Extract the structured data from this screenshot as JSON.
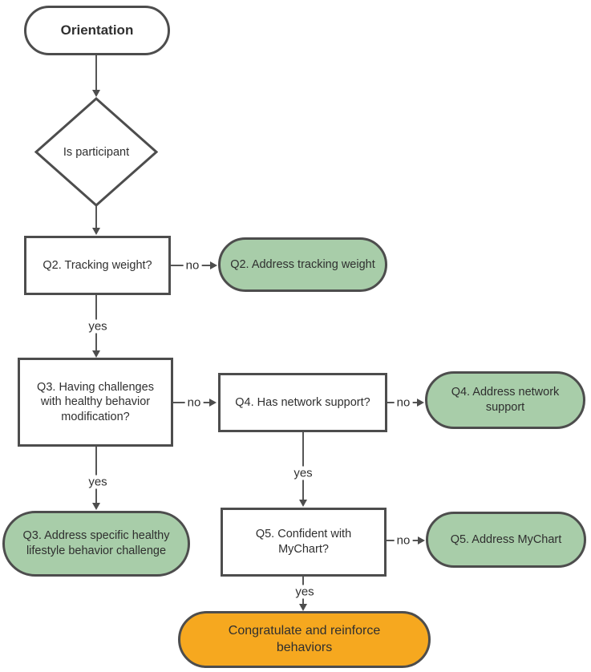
{
  "flowchart": {
    "nodes": {
      "orientation": "Orientation",
      "is_participant": "Is participant",
      "q2": "Q2. Tracking weight?",
      "q2_address": "Q2. Address tracking weight",
      "q3": "Q3. Having challenges with healthy behavior modification?",
      "q4": "Q4. Has network support?",
      "q4_address": "Q4. Address network support",
      "q3_address": "Q3. Address specific healthy lifestyle behavior challenge",
      "q5": "Q5. Confident with MyChart?",
      "q5_address": "Q5. Address MyChart",
      "outcome": "Congratulate and reinforce behaviors"
    },
    "edge_labels": {
      "q2_no": "no",
      "q2_yes": "yes",
      "q3_no": "no",
      "q3_yes": "yes",
      "q4_no": "no",
      "q4_yes": "yes",
      "q5_no": "no",
      "q5_yes": "yes"
    },
    "colors": {
      "address_green": "#a8cda9",
      "outcome_orange": "#f6a81f",
      "shape_border": "#4d4d4d",
      "connector_line": "#565656",
      "text": "#2f2f2f"
    }
  }
}
